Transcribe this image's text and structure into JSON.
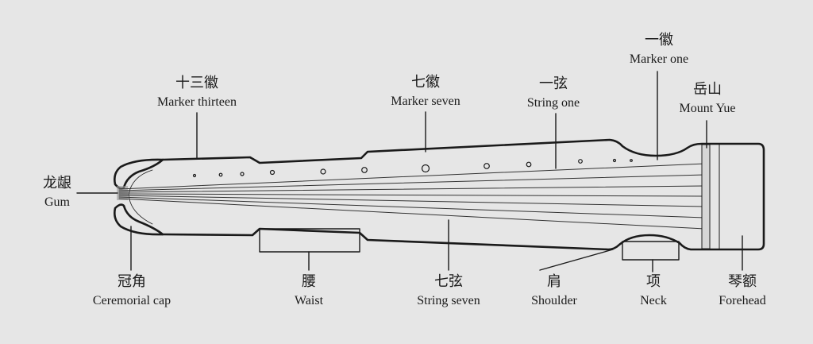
{
  "labels": {
    "marker_thirteen": {
      "zh": "十三徽",
      "en": "Marker thirteen"
    },
    "marker_seven": {
      "zh": "七徽",
      "en": "Marker seven"
    },
    "string_one": {
      "zh": "一弦",
      "en": "String one"
    },
    "marker_one": {
      "zh": "一徽",
      "en": "Marker one"
    },
    "mount_yue": {
      "zh": "岳山",
      "en": "Mount Yue"
    },
    "gum": {
      "zh": "龙龈",
      "en": "Gum"
    },
    "ceremonial_cap": {
      "zh": "冠角",
      "en": "Ceremorial cap"
    },
    "waist": {
      "zh": "腰",
      "en": "Waist"
    },
    "string_seven": {
      "zh": "七弦",
      "en": "String seven"
    },
    "shoulder": {
      "zh": "肩",
      "en": "Shoulder"
    },
    "neck": {
      "zh": "项",
      "en": "Neck"
    },
    "forehead": {
      "zh": "琴额",
      "en": "Forehead"
    }
  },
  "colors": {
    "background": "#e6e6e6",
    "ink": "#1a1a1a"
  }
}
